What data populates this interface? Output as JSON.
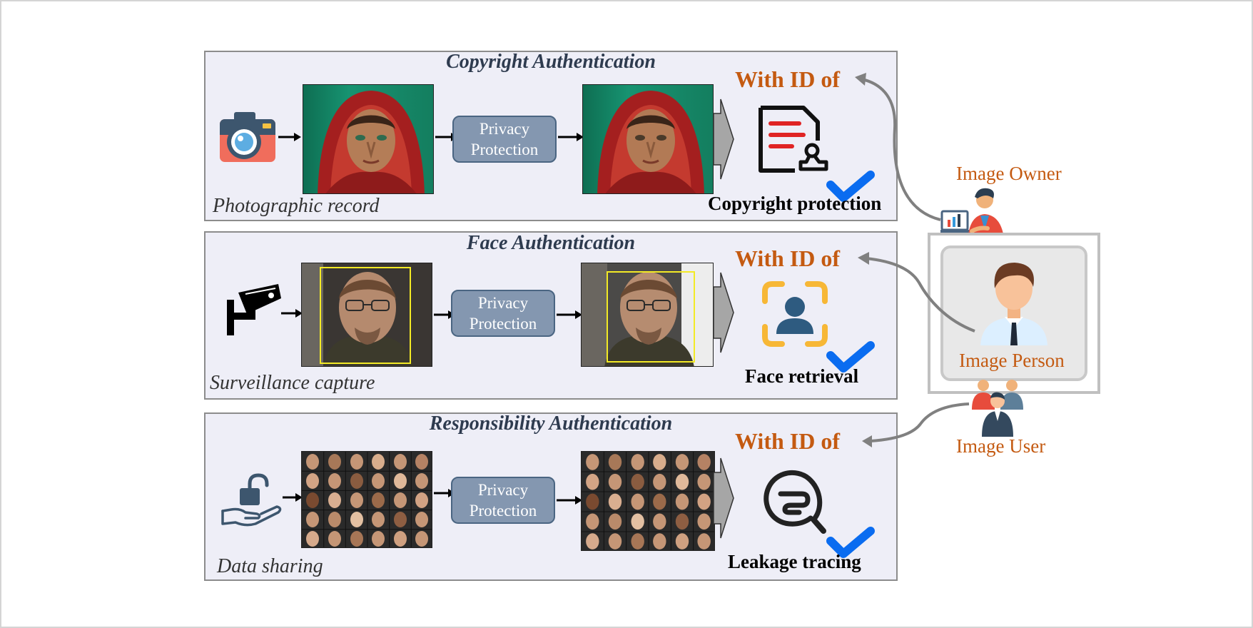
{
  "panels": [
    {
      "title": "Copyright Authentication",
      "subtitle": "Photographic record",
      "source_icon": "camera-icon",
      "process_label": [
        "Privacy",
        "Protection"
      ],
      "with_id_label": "With ID of",
      "result_icon": "certificate-stamp-icon",
      "result_label": "Copyright protection"
    },
    {
      "title": "Face Authentication",
      "subtitle": "Surveillance capture",
      "source_icon": "cctv-camera-icon",
      "process_label": [
        "Privacy",
        "Protection"
      ],
      "with_id_label": "With ID of",
      "result_icon": "face-scan-icon",
      "result_label": "Face retrieval"
    },
    {
      "title": "Responsibility Authentication",
      "subtitle": "Data sharing",
      "source_icon": "hand-unlock-icon",
      "process_label": [
        "Privacy",
        "Protection"
      ],
      "with_id_label": "With ID of",
      "result_icon": "leakage-search-icon",
      "result_label": "Leakage tracing"
    }
  ],
  "roles": {
    "owner": "Image Owner",
    "person": "Image Person",
    "user": "Image User"
  },
  "colors": {
    "accent_orange": "#c45a11",
    "process_box": "#8497b0",
    "panel_bg": "#eeeef7",
    "check_blue": "#0a6cf0"
  }
}
